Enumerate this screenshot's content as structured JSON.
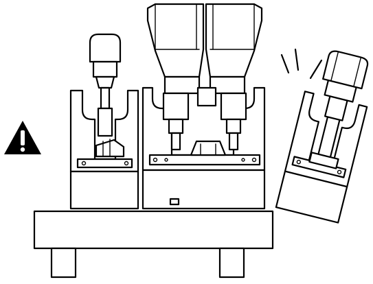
{
  "illustration": {
    "subject": "throttle-quadrant-modules-on-desk",
    "colors": {
      "line": "#000000",
      "fill": "#ffffff",
      "background": "#ffffff"
    },
    "icons": [
      "warning-triangle-icon",
      "motion-lines-icon"
    ],
    "modules_on_desk": 2,
    "tilted_module_count": 1
  }
}
